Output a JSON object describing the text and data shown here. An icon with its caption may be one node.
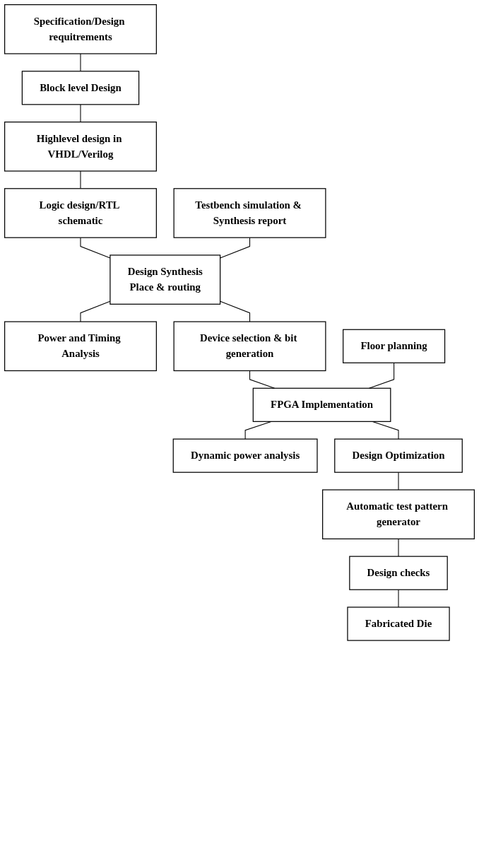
{
  "diagram": {
    "nodes": [
      {
        "text": [
          "Specification/Design requitrements"
        ]
      },
      {
        "text": [
          "Block level Design"
        ]
      },
      {
        "text": [
          "Highlevel design in VHDL/Verilog"
        ]
      },
      {
        "text": [
          "Logic design/RTL schematic"
        ]
      },
      {
        "text": [
          "Testbench simulation & Synthesis report"
        ]
      },
      {
        "text": [
          "Design Synthesis",
          "Place & routing"
        ]
      },
      {
        "text": [
          "Power and Timing Analysis"
        ]
      },
      {
        "text": [
          "Device selection & bit generation"
        ]
      },
      {
        "text": [
          "Floor planning"
        ]
      },
      {
        "text": [
          "FPGA Implementation"
        ]
      },
      {
        "text": [
          "Dynamic power analysis"
        ]
      },
      {
        "text": [
          "Design Optimization"
        ]
      },
      {
        "text": [
          "Automatic test pattern generator"
        ]
      },
      {
        "text": [
          "Design checks"
        ]
      },
      {
        "text": [
          "Fabricated Die"
        ]
      }
    ],
    "edges": [
      {
        "from": 0,
        "to": 1,
        "arrow": "none"
      },
      {
        "from": 1,
        "to": 2,
        "arrow": "none"
      },
      {
        "from": 2,
        "to": 3,
        "arrow": "none"
      },
      {
        "from": 3,
        "to": 5,
        "arrow": "none"
      },
      {
        "from": 4,
        "to": 5,
        "arrow": "none"
      },
      {
        "from": 5,
        "to": 6,
        "arrow": "none"
      },
      {
        "from": 5,
        "to": 7,
        "arrow": "none"
      },
      {
        "from": 7,
        "to": 9,
        "arrow": "none"
      },
      {
        "from": 8,
        "to": 9,
        "arrow": "none"
      },
      {
        "from": 9,
        "to": 10,
        "arrow": "none"
      },
      {
        "from": 9,
        "to": 11,
        "arrow": "none"
      },
      {
        "from": 11,
        "to": 12,
        "arrow": "none"
      },
      {
        "from": 12,
        "to": 13,
        "arrow": "none"
      },
      {
        "from": 13,
        "to": 14,
        "arrow": "none"
      }
    ]
  }
}
